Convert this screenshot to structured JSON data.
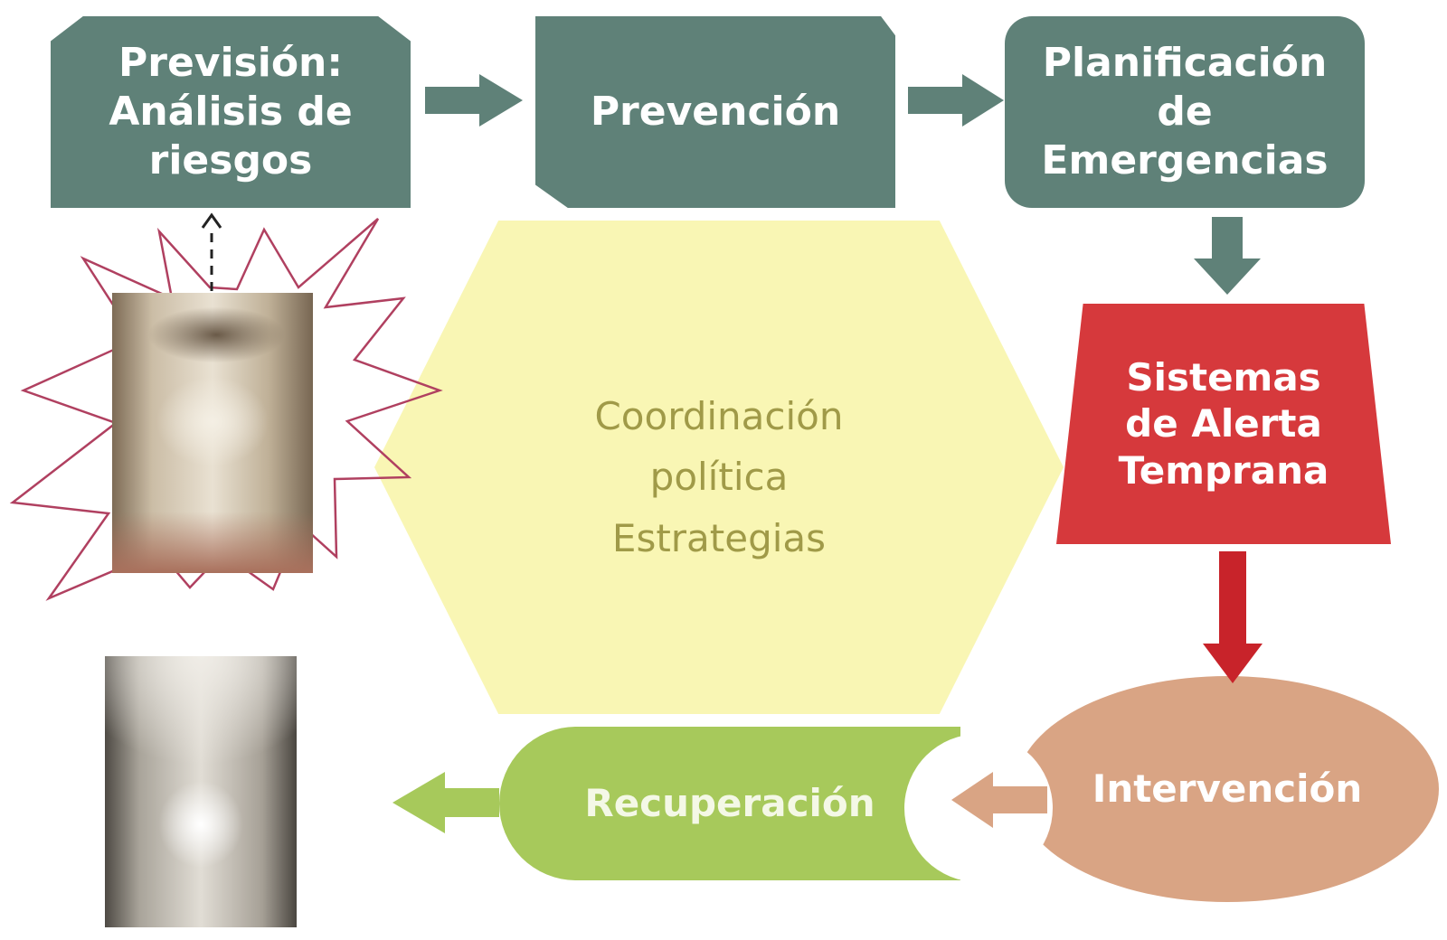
{
  "diagram": {
    "prevision": "Previsión:\nAnálisis de\nriesgos",
    "prevencion": "Prevención",
    "planificacion": "Planificación\nde\nEmergencias",
    "sistemas_alerta": "Sistemas\nde Alerta\nTemprana",
    "intervencion": "Intervención",
    "recuperacion": "Recuperación",
    "coordinacion": "Coordinación\npolítica\nEstrategias"
  },
  "colors": {
    "teal": "#5f8178",
    "red": "#d6393c",
    "orange": "#d9a484",
    "green": "#a7c95b",
    "yellow": "#f9f6b4",
    "star_outline": "#b04060"
  },
  "images": {
    "damaged_church": "damaged-cathedral-interior-photo",
    "restored_church": "restored-cathedral-interior-photo"
  }
}
